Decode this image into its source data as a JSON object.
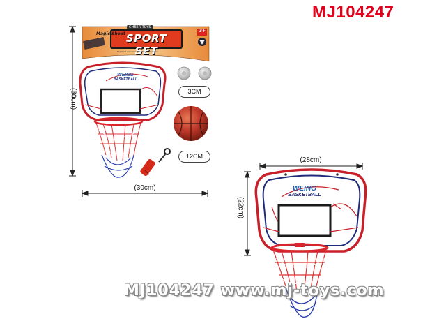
{
  "product_code": "MJ104247",
  "package": {
    "brand": "CHEER TOYS",
    "title": "SPORT SET",
    "tagline": "Magic Shoot",
    "badge": "3+",
    "footer_text": "The best welcome gifts for the children"
  },
  "board_logo": {
    "top": "WEING",
    "bottom": "BASKETBALL"
  },
  "dimensions": {
    "package_height": "(30cm)",
    "package_width": "(30cm)",
    "board_width": "(28cm)",
    "board_height": "(22cm)"
  },
  "accessory_labels": {
    "suction_cups": "3CM",
    "ball": "12CM"
  },
  "watermark": "MJ104247 www.mj-toys.com",
  "colors": {
    "brand_red": "#e3001b",
    "board_red": "#c8202a",
    "board_blue": "#1f2a7a",
    "ball_orange": "#c0392b"
  }
}
